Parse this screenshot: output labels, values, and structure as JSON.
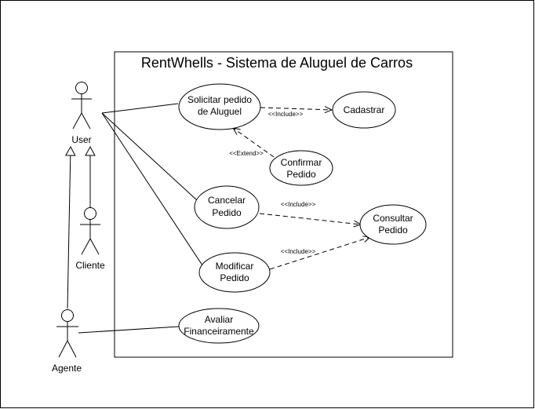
{
  "system": {
    "title": "RentWhells - Sistema de Aluguel de Carros"
  },
  "actors": {
    "user": "User",
    "cliente": "Cliente",
    "agente": "Agente"
  },
  "use_cases": {
    "solicitar": [
      "Solicitar pedido",
      "de Aluguel"
    ],
    "cadastrar": [
      "Cadastrar"
    ],
    "confirmar": [
      "Confirmar",
      "Pedido"
    ],
    "cancelar": [
      "Cancelar",
      "Pedido"
    ],
    "consultar": [
      "Consultar",
      "Pedido"
    ],
    "modificar": [
      "Modificar",
      "Pedido"
    ],
    "avaliar": [
      "Avaliar",
      "Financeiramente"
    ]
  },
  "relationships": {
    "include_cadastrar": "<<Include>>",
    "extend_confirmar": "<<Extend>>",
    "include_cancelar": "<<Include>>",
    "include_modificar": "<<Include>>"
  }
}
